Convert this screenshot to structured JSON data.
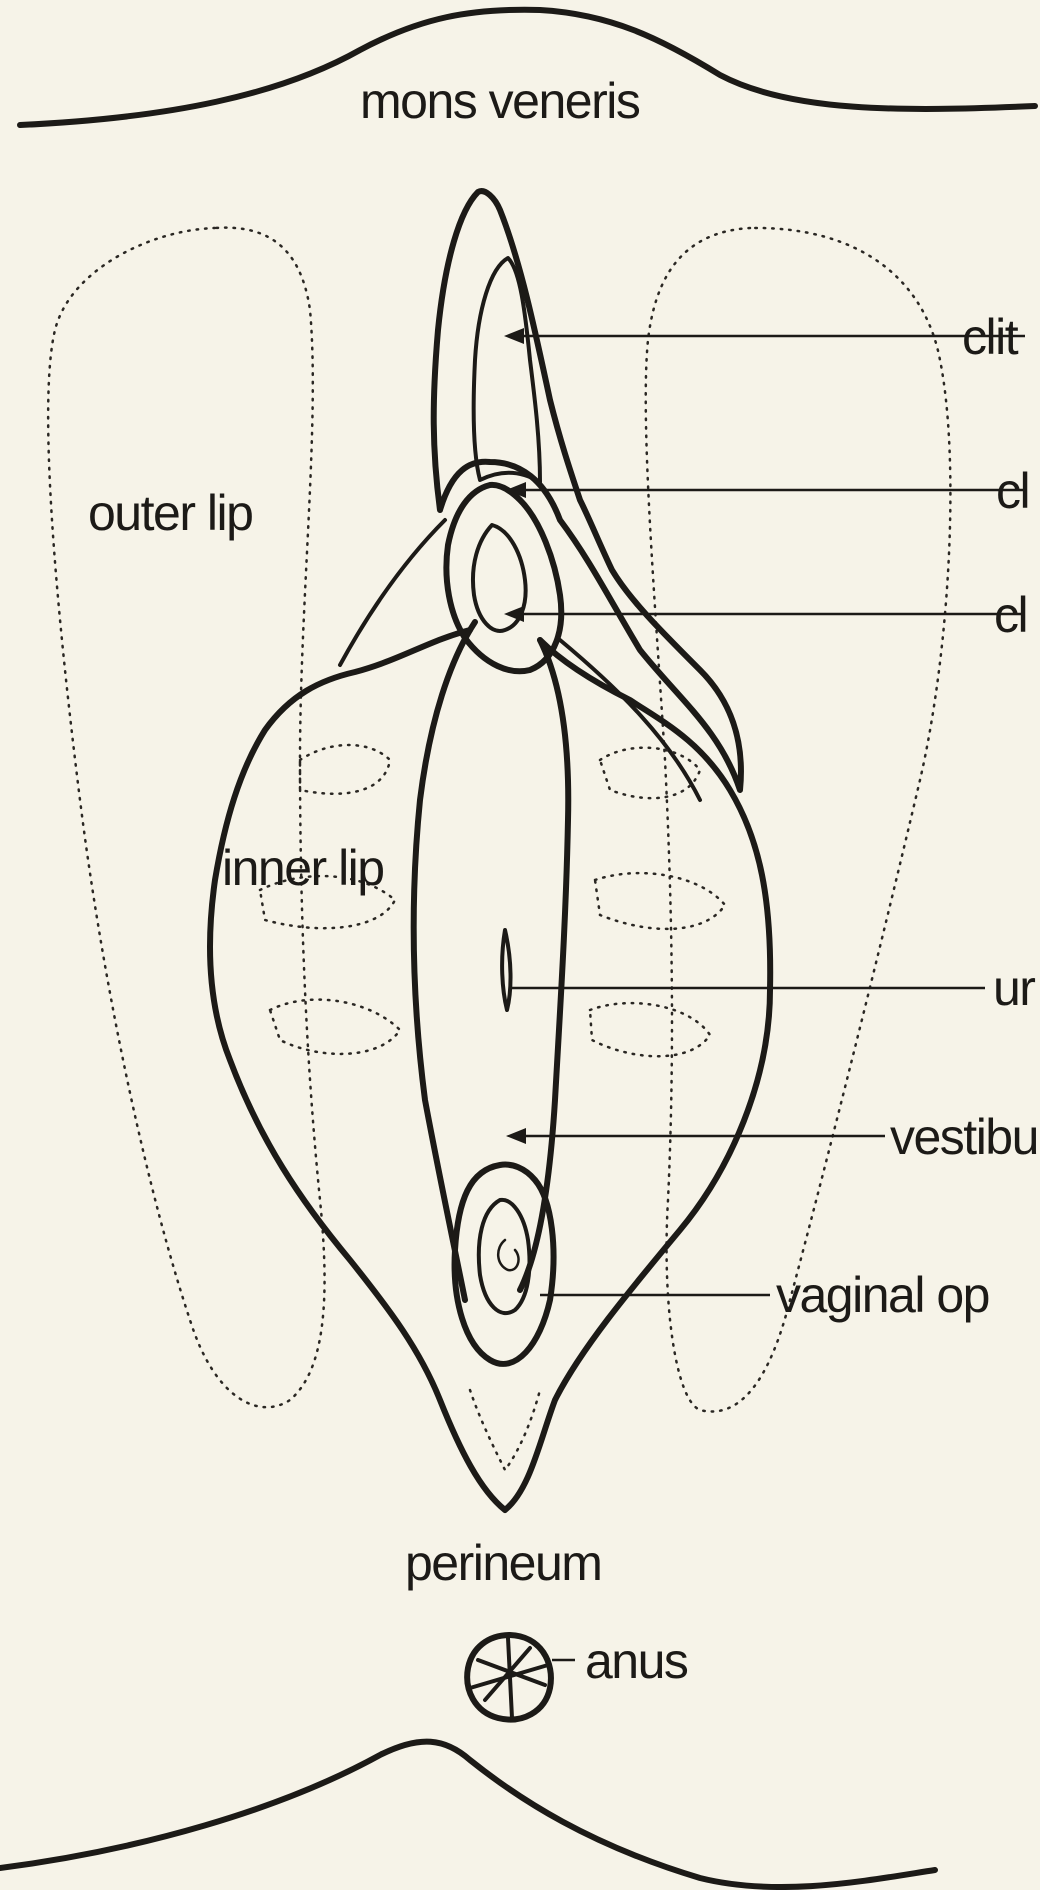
{
  "diagram": {
    "labels": {
      "mons_veneris": "mons veneris",
      "outer_lip": "outer lip",
      "inner_lip": "inner lip",
      "perineum": "perineum",
      "anus": "anus",
      "clitoris_partial": "clit",
      "cl_upper_partial": "cl",
      "cl_lower_partial": "cl",
      "ur_partial": "ur",
      "vestibule_partial": "vestibu",
      "vaginal_opening_partial": "vaginal op"
    }
  },
  "colors": {
    "background": "#f6f3e8",
    "ink": "#1c1a17"
  }
}
